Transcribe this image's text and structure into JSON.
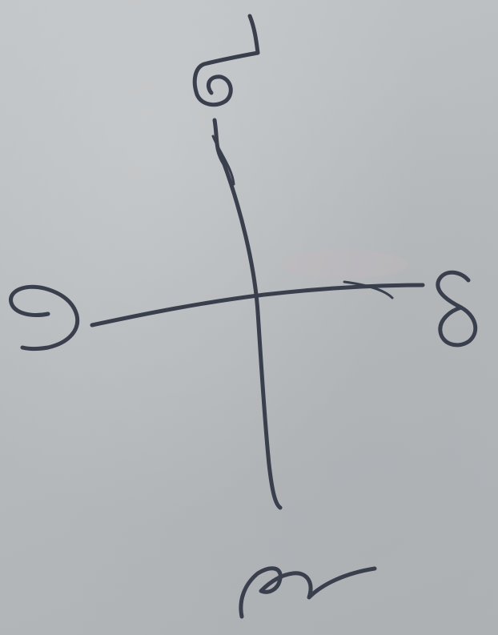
{
  "image": {
    "background_color": "#b9bdbf",
    "ink_color": "#3a3f4d"
  },
  "sketch": {
    "top_glyph": "handwritten-character-top",
    "left_glyph": "handwritten-character-left",
    "right_glyph": "handwritten-character-right",
    "bottom_glyph": "handwritten-character-bottom"
  }
}
